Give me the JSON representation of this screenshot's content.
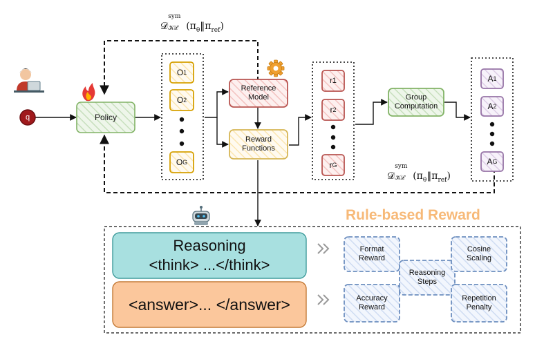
{
  "kl_top": "𝒟ᴷᴸ^sym(π_θ‖π_ref)",
  "kl_top_parts": {
    "D": "𝒟",
    "sup": "sym",
    "sub": "𝒦ℒ",
    "arg": "(π",
    "theta": "θ",
    "sep": "‖π",
    "ref": "ref",
    "close": ")"
  },
  "query": "q",
  "policy": "Policy",
  "outputs": {
    "o1": "O",
    "o1_sub": "1",
    "o2": "O",
    "o2_sub": "2",
    "og": "O",
    "og_sub": "G"
  },
  "reference_model": "Reference Model",
  "reward_functions": "Reward Functions",
  "rewards": {
    "r1": "r1",
    "r2": "r",
    "r2_sub": "2",
    "rg": "r",
    "rg_sub": "G"
  },
  "group_computation": "Group Computation",
  "advantages": {
    "a1": "A",
    "a1_sub": "1",
    "a2": "A",
    "a2_sub": "2",
    "ag": "A",
    "ag_sub": "G"
  },
  "rule_based_title": "Rule-based Reward",
  "reasoning_box": {
    "line1": "Reasoning",
    "line2": "<think> ...</think>"
  },
  "answer_box": "<answer>... </answer>",
  "reward_items": {
    "format": "Format Reward",
    "accuracy": "Accuracy Reward",
    "reasoning_steps": "Reasoning Steps",
    "cosine": "Cosine Scaling",
    "repetition": "Repetition Penalty"
  },
  "icons": [
    "user-laptop-icon",
    "flame-icon",
    "gear-icon",
    "robot-icon",
    "double-chevron-icon"
  ],
  "colors": {
    "policy": "#d5e8d4",
    "policy_border": "#82b366",
    "output": "#fff2cc",
    "output_border": "#d6a000",
    "reference": "#f8cecc",
    "reference_border": "#b85450",
    "reward_fn": "#fff2cc",
    "reward_fn_border": "#d6b656",
    "advantage": "#e1d5e7",
    "advantage_border": "#9673a6",
    "reasoning": "#a8e0e0",
    "answer": "#fbc79c",
    "rule_item": "#dae8fc",
    "rule_item_border": "#6c8ebf",
    "title_orange": "#f7b978",
    "query_red": "#a0191c"
  }
}
